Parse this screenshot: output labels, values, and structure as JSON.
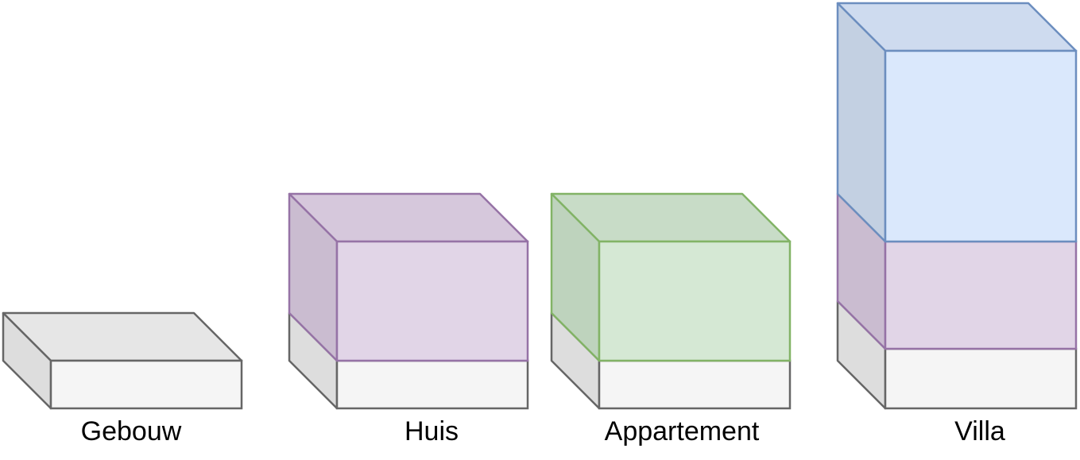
{
  "labels": {
    "gebouw": "Gebouw",
    "huis": "Huis",
    "appartement": "Appartement",
    "villa": "Villa"
  },
  "colors": {
    "grey_front": "#f5f5f5",
    "grey_top": "#e6e6e6",
    "grey_side": "#dddddd",
    "grey_stroke": "#666666",
    "purple_front": "#e1d5e7",
    "purple_top": "#d6c8dc",
    "purple_side": "#cabcd0",
    "purple_stroke": "#9673a6",
    "green_front": "#d5e8d4",
    "green_top": "#c8dcc7",
    "green_side": "#bed3bd",
    "green_stroke": "#82b366",
    "blue_front": "#dae8fc",
    "blue_top": "#cedbef",
    "blue_side": "#c3d0e2",
    "blue_stroke": "#6c8ebf"
  }
}
